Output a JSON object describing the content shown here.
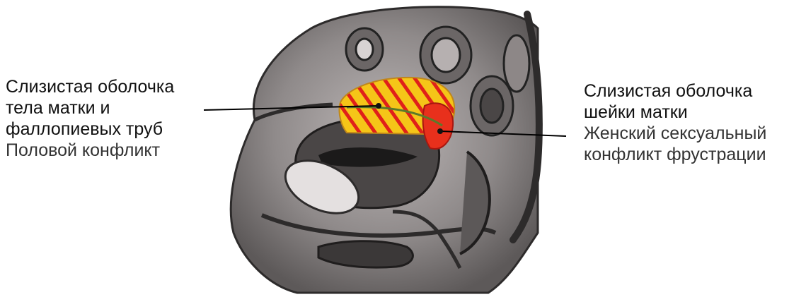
{
  "labels": {
    "left": {
      "line1": "Слизистая оболочка",
      "line2": "тела матки и",
      "line3": "фаллопиевых труб",
      "conflict": "Половой конфликт"
    },
    "right": {
      "line1": "Слизистая оболочка",
      "line2": "шейки матки",
      "conflict1": "Женский сексуальный",
      "conflict2": "конфликт фрустрации"
    }
  },
  "colors": {
    "uterus_body_hatch": "#f5c518",
    "uterus_body_stripe": "#e0201a",
    "cervix_fill": "#e8301c",
    "tissue_dark": "#3a3838",
    "tissue_mid": "#8c8888",
    "tissue_light": "#cfcaca"
  }
}
